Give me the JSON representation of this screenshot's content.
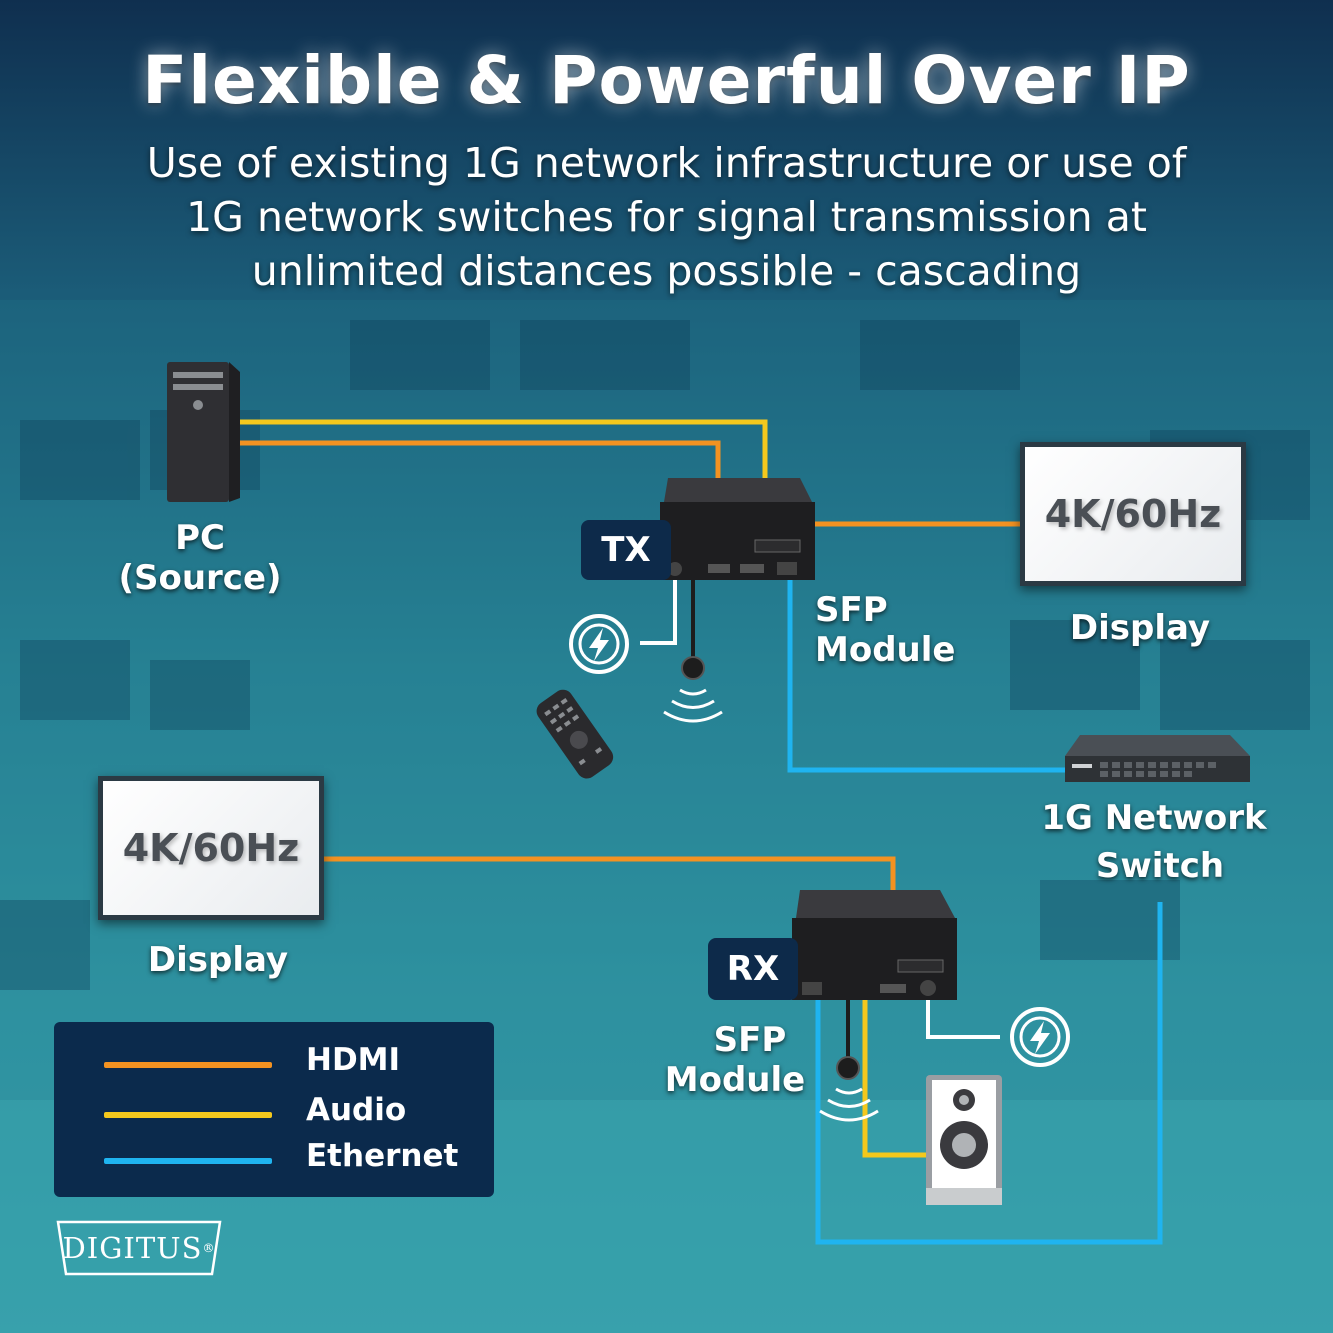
{
  "header": {
    "title": "Flexible & Powerful Over IP",
    "subtitle": "Use of existing 1G network infrastructure or use of 1G network switches for signal transmission at unlimited distances possible - cascading"
  },
  "nodes": {
    "pc_label": "PC",
    "pc_sub": "(Source)",
    "tx_tag": "TX",
    "rx_tag": "RX",
    "display_top_res": "4K/60Hz",
    "display_top_label": "Display",
    "display_left_res": "4K/60Hz",
    "display_left_label": "Display",
    "sfp_top_1": "SFP",
    "sfp_top_2": "Module",
    "sfp_bottom_1": "SFP",
    "sfp_bottom_2": "Module",
    "switch_1": "1G Network",
    "switch_2": "Switch"
  },
  "legend": {
    "items": [
      {
        "label": "HDMI",
        "color": "#f39221"
      },
      {
        "label": "Audio",
        "color": "#f4c81d"
      },
      {
        "label": "Ethernet",
        "color": "#1fb4f0"
      }
    ]
  },
  "brand": {
    "logo": "DIGITUS",
    "mark": "®"
  },
  "colors": {
    "hdmi": "#f39221",
    "audio": "#f4c81d",
    "ethernet": "#1fb4f0",
    "navy": "#0b2a4c"
  }
}
